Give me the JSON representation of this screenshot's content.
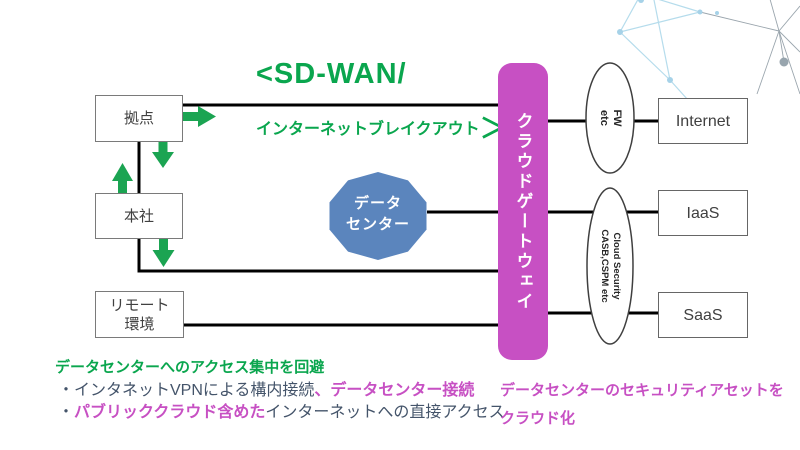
{
  "colors": {
    "accent_green": "#0aa64e",
    "accent_magenta": "#c750c3",
    "datacenter_blue": "#5b85bd",
    "text_dark": "#404040",
    "text_slate": "#44546a",
    "connector_black": "#000000",
    "decoration_blue": "#b5dcec",
    "decoration_gray": "#9aa5ad"
  },
  "headline": {
    "brand": "<SD-WAN/",
    "sub": "インターネットブレイクアウト",
    "sub_arrow": "＞"
  },
  "nodes": {
    "branch": "拠点",
    "headquarters": "本社",
    "remote": [
      "リモート",
      "環境"
    ],
    "datacenter": [
      "データ",
      "センター"
    ],
    "cloud_gateway": "クラウドゲートウェイ",
    "fw": [
      "FW",
      "etc"
    ],
    "cloud_security": [
      "Cloud Security",
      "CASB,CSPM etc"
    ],
    "internet": "Internet",
    "iaas": "IaaS",
    "saas": "SaaS"
  },
  "annotations": {
    "left": {
      "heading": "データセンターへのアクセス集中を回避",
      "bullet1_plain": "・インタネットVPNによる構内接続",
      "bullet1_accent": "、データセンター接続",
      "bullet2_bullet": "・",
      "bullet2_accent": "パブリッククラウド含めた",
      "bullet2_plain": "インターネットへの直接アクセス"
    },
    "right": {
      "line1": "データセンターのセキュリティアセットを",
      "line2": "クラウド化"
    }
  }
}
